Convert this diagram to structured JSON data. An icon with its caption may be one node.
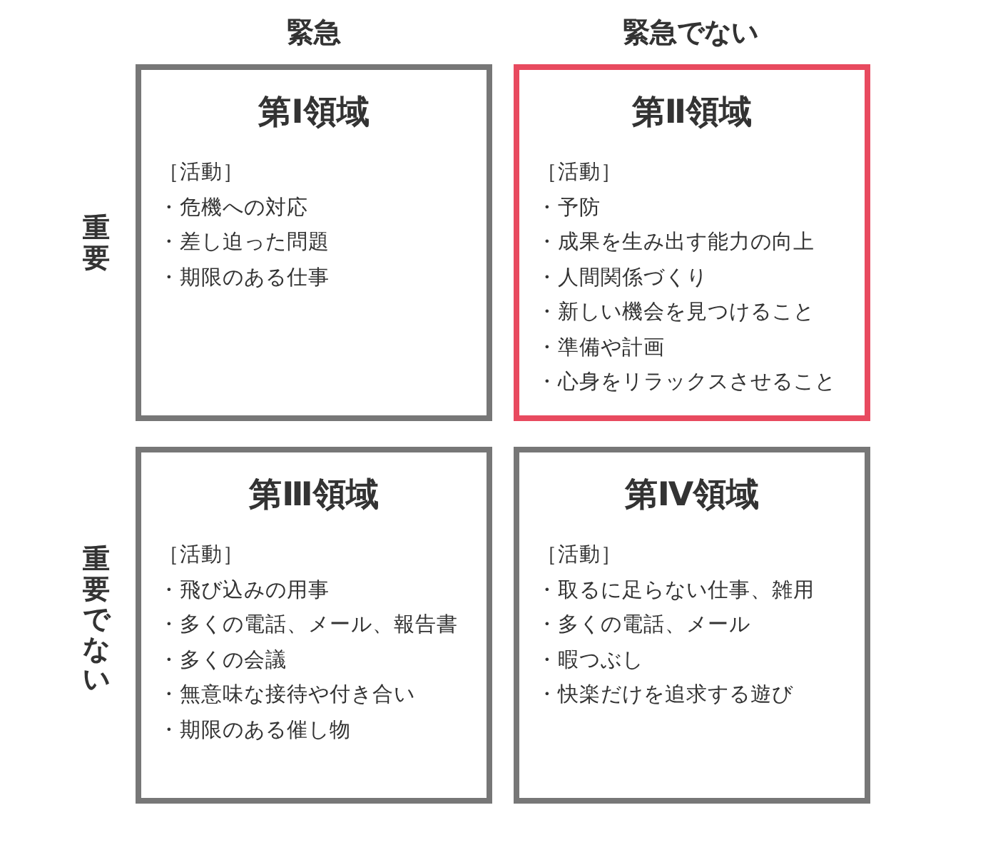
{
  "diagram": {
    "nodes": [
      {
        "text": [
          "第Ⅰ領域",
          "［活動］",
          "・危機への対応",
          "・差し迫った問題",
          "・期限のある仕事"
        ]
      },
      {
        "text": [
          "第Ⅱ領域",
          "［活動］",
          "・予防",
          "・成果を生み出す能力の向上",
          "・人間関係づくり",
          "・新しい機会を見つけること",
          "・準備や計画",
          "・心身をリラックスさせること"
        ]
      },
      {
        "text": [
          "第Ⅲ領域",
          "［活動］",
          "・飛び込みの用事",
          "・多くの電話、メール、報告書",
          "・多くの会議",
          "・無意味な接待や付き合い",
          "・期限のある催し物"
        ]
      },
      {
        "text": [
          "第Ⅳ領域",
          "［活動］",
          "・取るに足らない仕事、雑用",
          "・多くの電話、メール",
          "・暇つぶし",
          "・快楽だけを追求する遊び"
        ]
      }
    ],
    "labels": [
      "緊急",
      "緊急でない",
      "重要",
      "重要でない"
    ]
  }
}
